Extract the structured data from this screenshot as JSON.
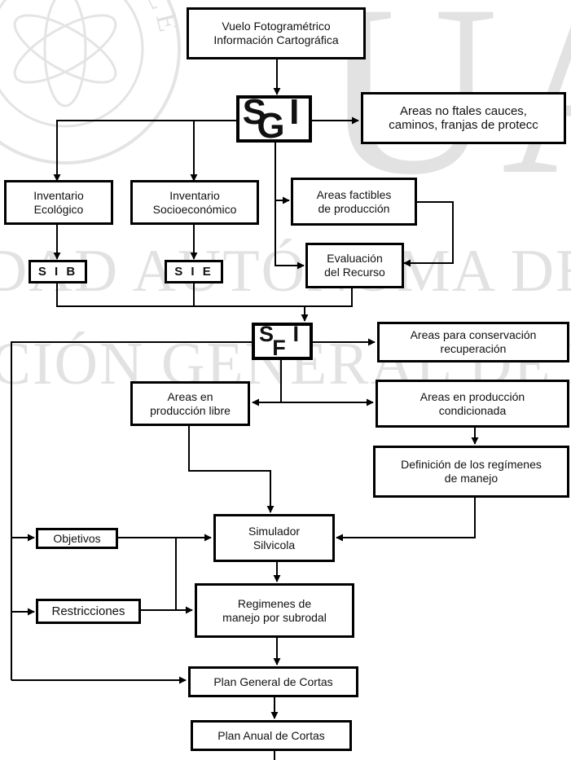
{
  "watermark": {
    "big": "UAN",
    "line1": "SIDAD AUTÓNOMA DE NU",
    "line2": "ECCIÓN GENERAL DE BIBLIO",
    "seal_arc": "TONOLEÓN"
  },
  "boxes": {
    "vuelo": "Vuelo Fotogramétrico\nInformación Cartográfica",
    "sig": "S I G",
    "areas_no_ftales": "Areas no ftales cauces,\ncaminos, franjas de protecc",
    "inv_ecologico": "Inventario\nEcológico",
    "inv_socio": "Inventario\nSocioeconómico",
    "areas_factibles": "Areas factibles\nde producción",
    "evaluacion": "Evaluación\ndel Recurso",
    "sib": "S I B",
    "sie": "S I E",
    "sif": "S I F",
    "areas_conservacion": "Areas para conservación\nrecuperación",
    "areas_libre": "Areas en\nproducción libre",
    "areas_condicionada": "Areas en producción\ncondicionada",
    "definicion": "Definición de los regímenes\nde manejo",
    "objetivos": "Objetivos",
    "simulador": "Simulador\nSilvicola",
    "restricciones": "Restricciones",
    "regimenes": "Regimenes de\nmanejo por subrodal",
    "plan_general": "Plan General de Cortas",
    "plan_anual": "Plan Anual de Cortas"
  }
}
